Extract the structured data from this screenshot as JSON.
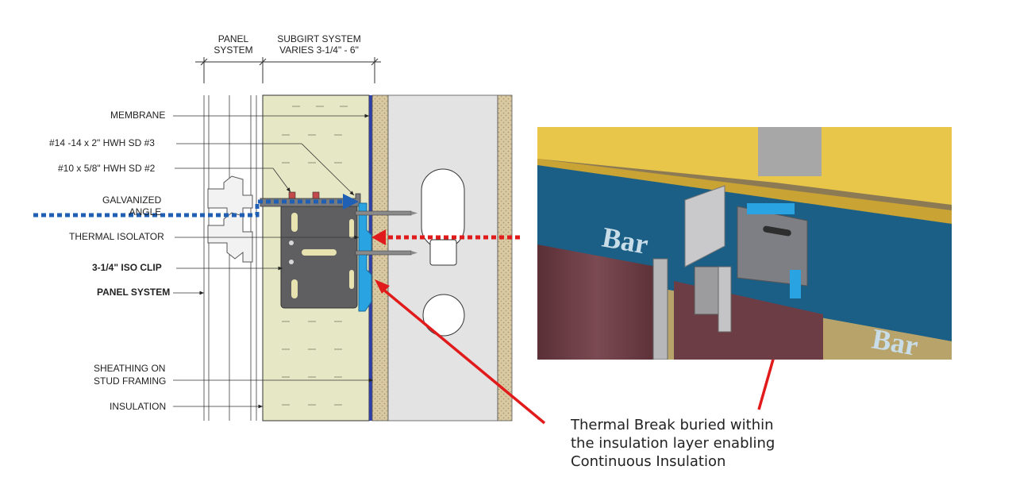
{
  "dimensions": {
    "panel_system": [
      "PANEL",
      "SYSTEM"
    ],
    "subgirt_system": [
      "SUBGIRT SYSTEM",
      "VARIES  3-1/4\" - 6\""
    ]
  },
  "labels": {
    "membrane": "MEMBRANE",
    "screw_3": "#14 -14 x 2\" HWH SD #3",
    "screw_2": "#10 x 5/8\" HWH SD #2",
    "galvanized_angle": [
      "GALVANIZED",
      "ANGLE"
    ],
    "thermal_isolator": "THERMAL ISOLATOR",
    "iso_clip": "3-1/4\" ISO CLIP",
    "panel_system": "PANEL SYSTEM",
    "sheathing": [
      "SHEATHING ON",
      "STUD FRAMING"
    ],
    "insulation": "INSULATION"
  },
  "photo": {
    "brand_text_1": "Bar",
    "brand_text_2": "Bar"
  },
  "callout": {
    "lines": [
      "Thermal Break buried within",
      "the insulation layer enabling",
      "Continuous Insulation"
    ]
  },
  "colors": {
    "insulation_fill": "#e6e7c4",
    "thermal_isolator": "#29a3e1",
    "clip": "#5f5f61",
    "stud_bay": "#e3e3e4",
    "blue_arrow": "#1f5fb4",
    "red_arrow": "#e11b1b",
    "photo_yellow": "#e8c64a",
    "photo_blue": "#1b5f86",
    "panel_maroon": "#6d3d45"
  }
}
